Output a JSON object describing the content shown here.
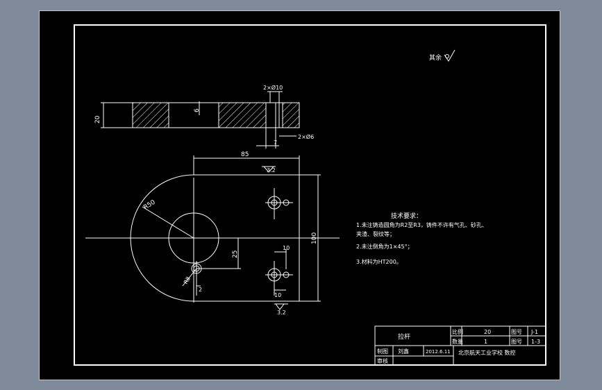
{
  "roughness": {
    "symbol_label": "其余"
  },
  "dimensions": {
    "hole_spec_top": "2×Ø10",
    "hole_spec_bottom": "2×Ø6",
    "thickness": "20",
    "depth": "6",
    "small_offset": "7",
    "length": "85",
    "width": "100",
    "radius": "R50",
    "hole_offset": "25",
    "right_spacing": "10",
    "bottom_spacing": "10",
    "small_radius": "R8",
    "small_gap": "2",
    "surface_finish_top": "3.2",
    "surface_finish_bottom": "3.2"
  },
  "notes": {
    "title": "技术要求：",
    "line1": "1.未注铸造圆角为R2至R3，铸件不许有气孔、砂孔、",
    "line2": "夹渣、裂纹等；",
    "line3": "2.未注倒角为1×45°；",
    "line4": "3.材料为HT200。"
  },
  "title_block": {
    "part_name": "拉杆",
    "scale_label": "比例",
    "scale_value": "20",
    "sheet_label": "图号",
    "sheet_value": "J-1",
    "qty_label": "数量",
    "qty_value": "1",
    "drawing_no_label": "图号",
    "drawing_no_value": "1-3",
    "drawn_label": "制图",
    "drawn_by": "刘鑫",
    "date": "2012.6.11",
    "school": "北京航天工业学校 数控",
    "checked_label": "审核"
  }
}
